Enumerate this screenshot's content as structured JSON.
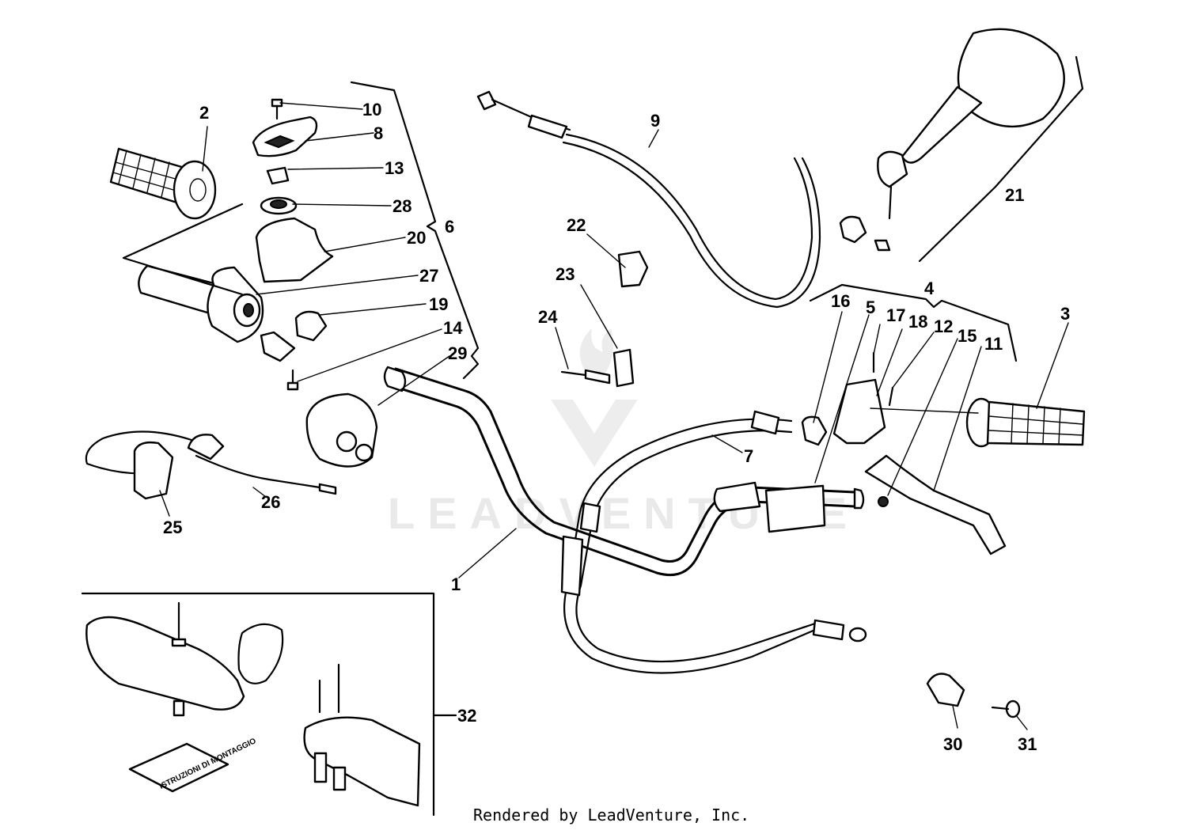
{
  "watermark": {
    "text": "LEADVENTURE"
  },
  "credit": "Rendered by LeadVenture, Inc.",
  "manual_label": "ISTRUZIONI DI MONTAGGIO",
  "callouts": [
    "1",
    "2",
    "3",
    "4",
    "5",
    "6",
    "7",
    "8",
    "9",
    "10",
    "11",
    "12",
    "13",
    "14",
    "15",
    "16",
    "17",
    "18",
    "19",
    "20",
    "21",
    "22",
    "23",
    "24",
    "25",
    "26",
    "27",
    "28",
    "29",
    "30",
    "31",
    "32"
  ]
}
